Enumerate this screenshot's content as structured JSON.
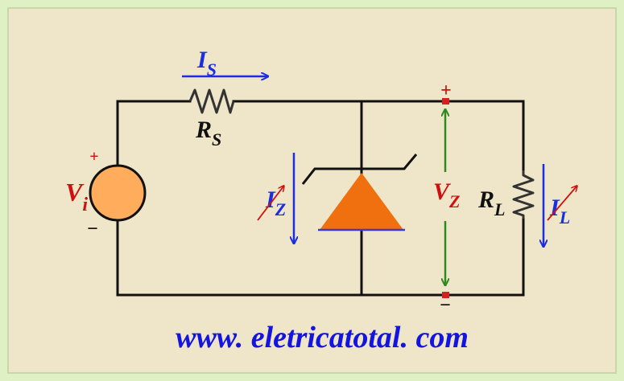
{
  "labels": {
    "source_plus": "+",
    "source_minus": "−",
    "vi_main": "V",
    "vi_sub": "i",
    "is_main": "I",
    "is_sub": "S",
    "rs_main": "R",
    "rs_sub": "S",
    "iz_main": "I",
    "iz_sub": "Z",
    "vz_main": "V",
    "vz_sub": "Z",
    "vz_plus": "+",
    "vz_minus": "−",
    "rl_main": "R",
    "rl_sub": "L",
    "il_main": "I",
    "il_sub": "L"
  },
  "footer": {
    "website": "www. eletricatotal. com"
  },
  "colors": {
    "frame_outer": "#dff0c4",
    "panel_fill": "#efe5c8",
    "wire": "#111111",
    "source_fill": "#ffac5c",
    "zener_fill": "#f07010",
    "current_arrow": "#1a2ee0",
    "voltage_arrow": "#2e8a1e",
    "red_label": "#d01010",
    "terminal": "#d32020",
    "footer_text": "#1414e0"
  }
}
